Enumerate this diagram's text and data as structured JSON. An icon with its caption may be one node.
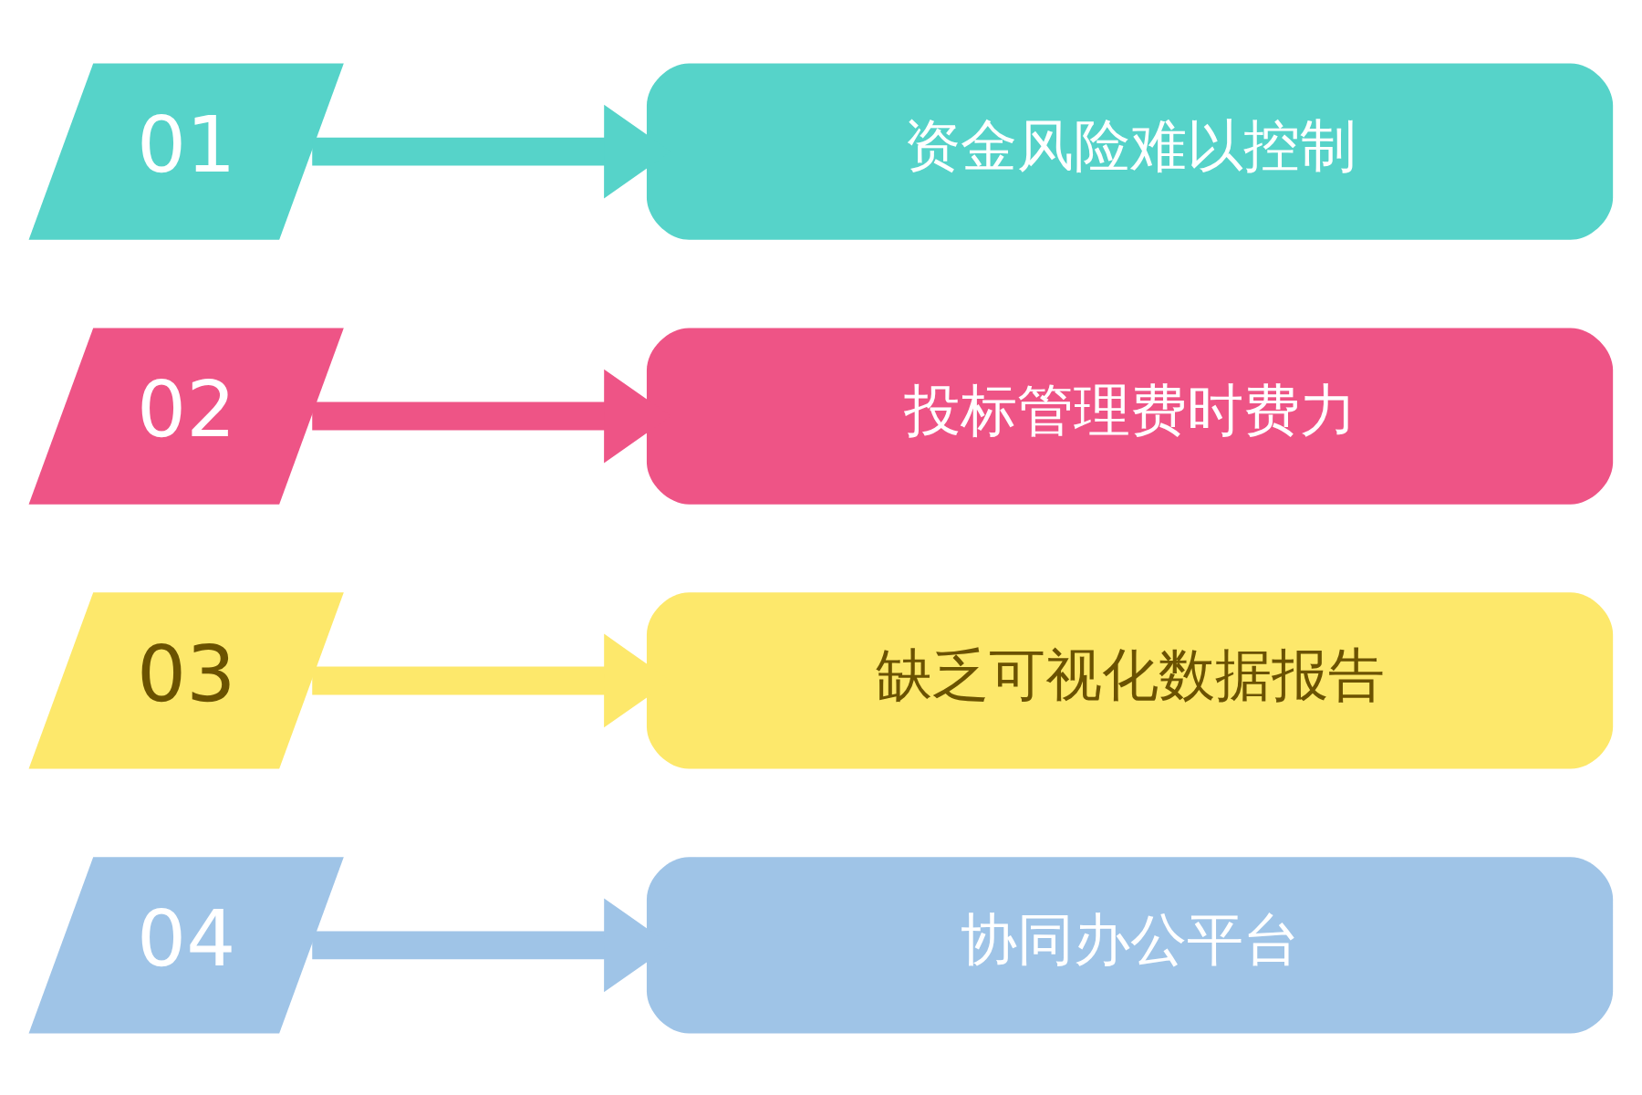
{
  "diagram": {
    "nodes": [
      {
        "text": [
          "01"
        ]
      },
      {
        "text": [
          "资金风险难以控制"
        ]
      },
      {
        "text": [
          "02"
        ]
      },
      {
        "text": [
          "投标管理费时费力"
        ]
      },
      {
        "text": [
          "03"
        ]
      },
      {
        "text": [
          "缺乏可视化数据报告"
        ]
      },
      {
        "text": [
          "04"
        ]
      },
      {
        "text": [
          "协同办公平台"
        ]
      }
    ],
    "edges": [
      {
        "from": 0,
        "to": 1,
        "arrow": "to",
        "color": "#56d3c9"
      },
      {
        "from": 2,
        "to": 3,
        "arrow": "to",
        "color": "#ee5486"
      },
      {
        "from": 4,
        "to": 5,
        "arrow": "to",
        "color": "#fde86b"
      },
      {
        "from": 6,
        "to": 7,
        "arrow": "to",
        "color": "#9fc4e7"
      }
    ]
  }
}
